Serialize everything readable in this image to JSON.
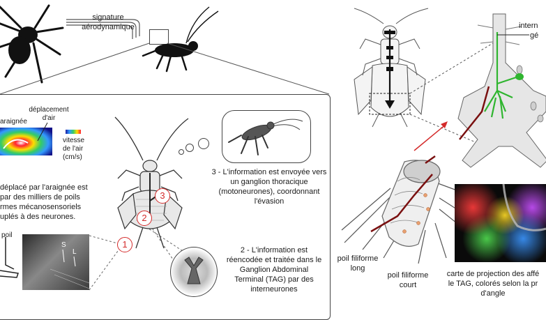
{
  "labels": {
    "signature": "signature",
    "aerodynamique": "aérodynamique",
    "araignee": "araignée",
    "deplacement_line1": "déplacement",
    "deplacement_line2": "d'air",
    "vitesse_line1": "vitesse",
    "vitesse_line2": "de l'air",
    "vitesse_line3": "(cm/s)",
    "poil": "poil",
    "s_label": "S",
    "l_label": "L",
    "desc_line1": "déplacé par l'araignée est",
    "desc_line2": "par des milliers de poils",
    "desc_line3": "rmes mécanosensoriels",
    "desc_line4": "uplés à des neurones.",
    "step3_line1": "3 - L'information est envoyée vers",
    "step3_line2": "un ganglion thoracique",
    "step3_line3": "(motoneurones), coordonnant",
    "step3_line4": "l'évasion",
    "step2_line1": "2 - L'information est",
    "step2_line2": "réencodée et traitée dans le",
    "step2_line3": "Ganglion Abdominal",
    "step2_line4": "Terminal (TAG) par des",
    "step2_line5": "interneurones",
    "num1": "1",
    "num2": "2",
    "num3": "3",
    "intern_line1": "intern",
    "intern_line2": "gé",
    "poil_long_line1": "poil filiforme",
    "poil_long_line2": "long",
    "poil_court_line1": "poil filiforme",
    "poil_court_line2": "court",
    "carte_line1": "carte de projection des affé",
    "carte_line2": "le TAG, colorés selon la pr",
    "carte_line3": "d'angle"
  },
  "colors": {
    "accent_red": "#d42a2a",
    "neuron_green": "#2fb52f",
    "afferent_dark_red": "#7a1010",
    "body_gray": "#e8e8e8",
    "outline": "#333333"
  }
}
